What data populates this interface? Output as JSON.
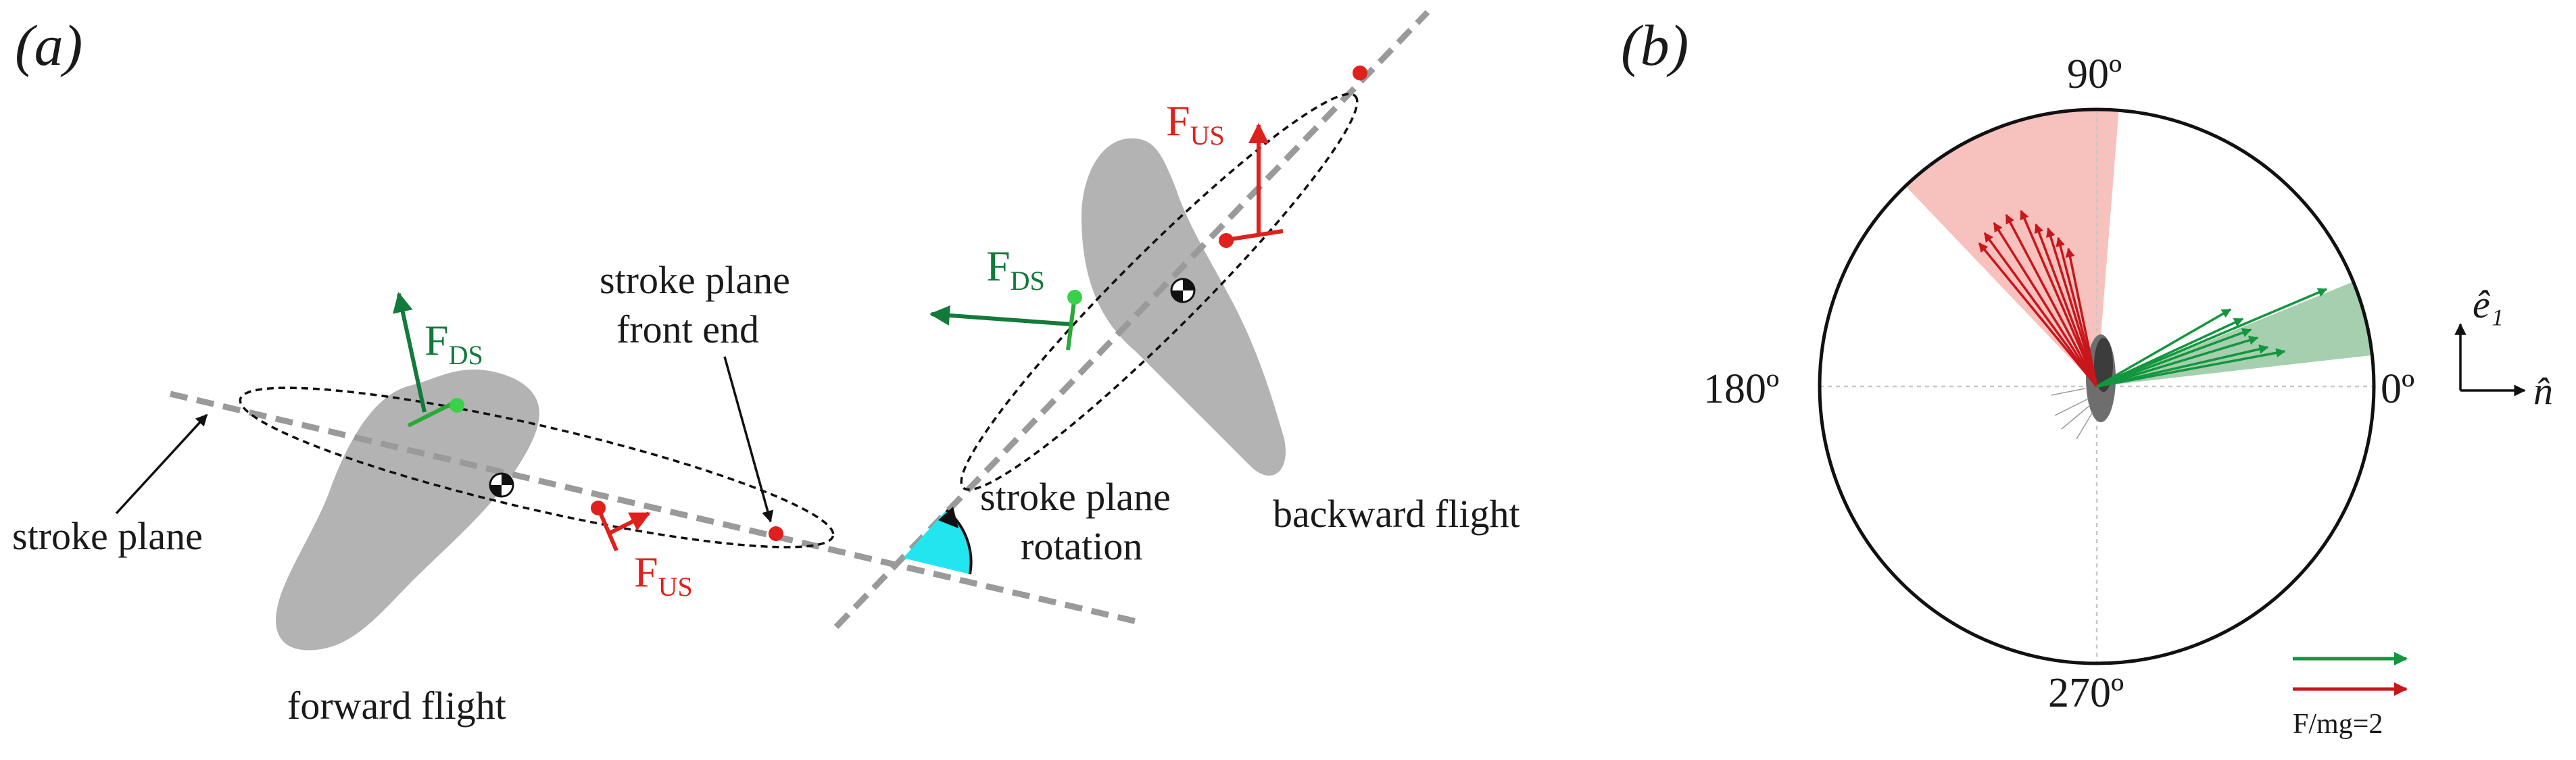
{
  "panel_a": {
    "label": "(a)",
    "forward": {
      "caption": "forward flight",
      "stroke_plane_label": "stroke plane",
      "front_end_line1": "stroke plane",
      "front_end_line2": "front end",
      "f_ds": {
        "main": "F",
        "sub": "DS"
      },
      "f_us": {
        "main": "F",
        "sub": "US"
      }
    },
    "backward": {
      "caption": "backward flight",
      "rotation_line1": "stroke plane",
      "rotation_line2": "rotation",
      "f_ds": {
        "main": "F",
        "sub": "DS"
      },
      "f_us": {
        "main": "F",
        "sub": "US"
      }
    }
  },
  "panel_b": {
    "label": "(b)",
    "angles": {
      "a0": "0º",
      "a90": "90º",
      "a180": "180º",
      "a270": "270º"
    },
    "axis_e1": "ê₁",
    "axis_n": "n̂",
    "scale_label": "F/mg=2",
    "colors": {
      "downstroke": "#12963e",
      "upstroke": "#d61a1f",
      "down_sector": "#7fb88a",
      "up_sector": "#f3a7a4",
      "rotation_wedge": "#22e5f0"
    }
  }
}
